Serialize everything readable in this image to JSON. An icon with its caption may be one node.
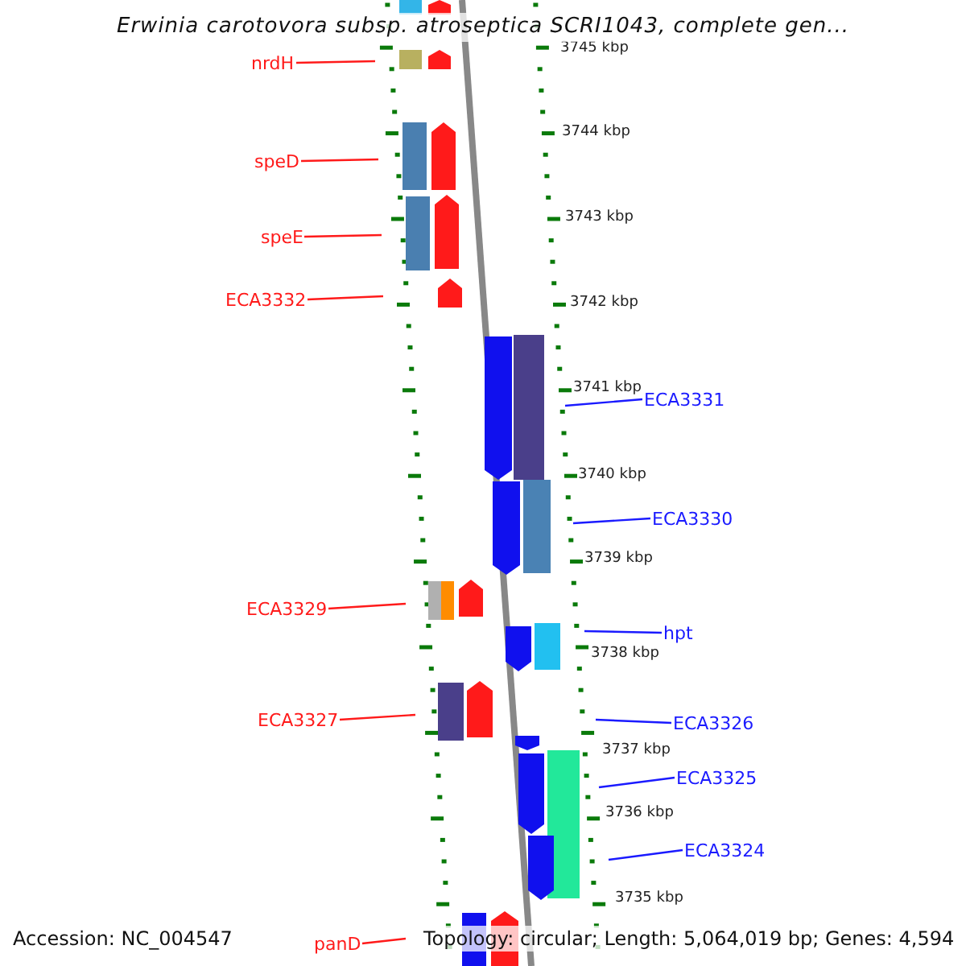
{
  "diagram": {
    "title": "Erwinia carotovora subsp. atroseptica SCRI1043, complete gen...",
    "nodes": [
      {
        "text": [
          "nrdH"
        ]
      },
      {
        "text": [
          "speD"
        ]
      },
      {
        "text": [
          "speE"
        ]
      },
      {
        "text": [
          "ECA3332"
        ]
      },
      {
        "text": [
          "ECA3331"
        ]
      },
      {
        "text": [
          "ECA3330"
        ]
      },
      {
        "text": [
          "ECA3329"
        ]
      },
      {
        "text": [
          "hpt"
        ]
      },
      {
        "text": [
          "ECA3327"
        ]
      },
      {
        "text": [
          "ECA3326"
        ]
      },
      {
        "text": [
          "ECA3325"
        ]
      },
      {
        "text": [
          "ECA3324"
        ]
      },
      {
        "text": [
          "panD"
        ]
      }
    ],
    "edges": [
      {
        "from": 0,
        "to": null,
        "arrow": "none"
      },
      {
        "from": 1,
        "to": null,
        "arrow": "none"
      },
      {
        "from": 2,
        "to": null,
        "arrow": "none"
      },
      {
        "from": 3,
        "to": null,
        "arrow": "none"
      },
      {
        "from": 4,
        "to": null,
        "arrow": "none",
        "color": "#1a1aff"
      },
      {
        "from": 5,
        "to": null,
        "arrow": "none",
        "color": "#1a1aff"
      },
      {
        "from": 6,
        "to": null,
        "arrow": "none"
      },
      {
        "from": 7,
        "to": null,
        "arrow": "none",
        "color": "#1a1aff"
      },
      {
        "from": 8,
        "to": null,
        "arrow": "none"
      },
      {
        "from": 9,
        "to": null,
        "arrow": "none",
        "color": "#1a1aff"
      },
      {
        "from": 10,
        "to": null,
        "arrow": "none",
        "color": "#1a1aff"
      },
      {
        "from": 11,
        "to": null,
        "arrow": "none",
        "color": "#1a1aff"
      },
      {
        "from": 12,
        "to": null,
        "arrow": "none"
      }
    ],
    "labels": [
      "3745 kbp",
      "3744 kbp",
      "3743 kbp",
      "3742 kbp",
      "3741 kbp",
      "3740 kbp",
      "3739 kbp",
      "3738 kbp",
      "3737 kbp",
      "3736 kbp",
      "3735 kbp",
      "Accession: NC_004547",
      "Topology: circular; Length: 5,064,019 bp; Genes: 4,594"
    ]
  }
}
